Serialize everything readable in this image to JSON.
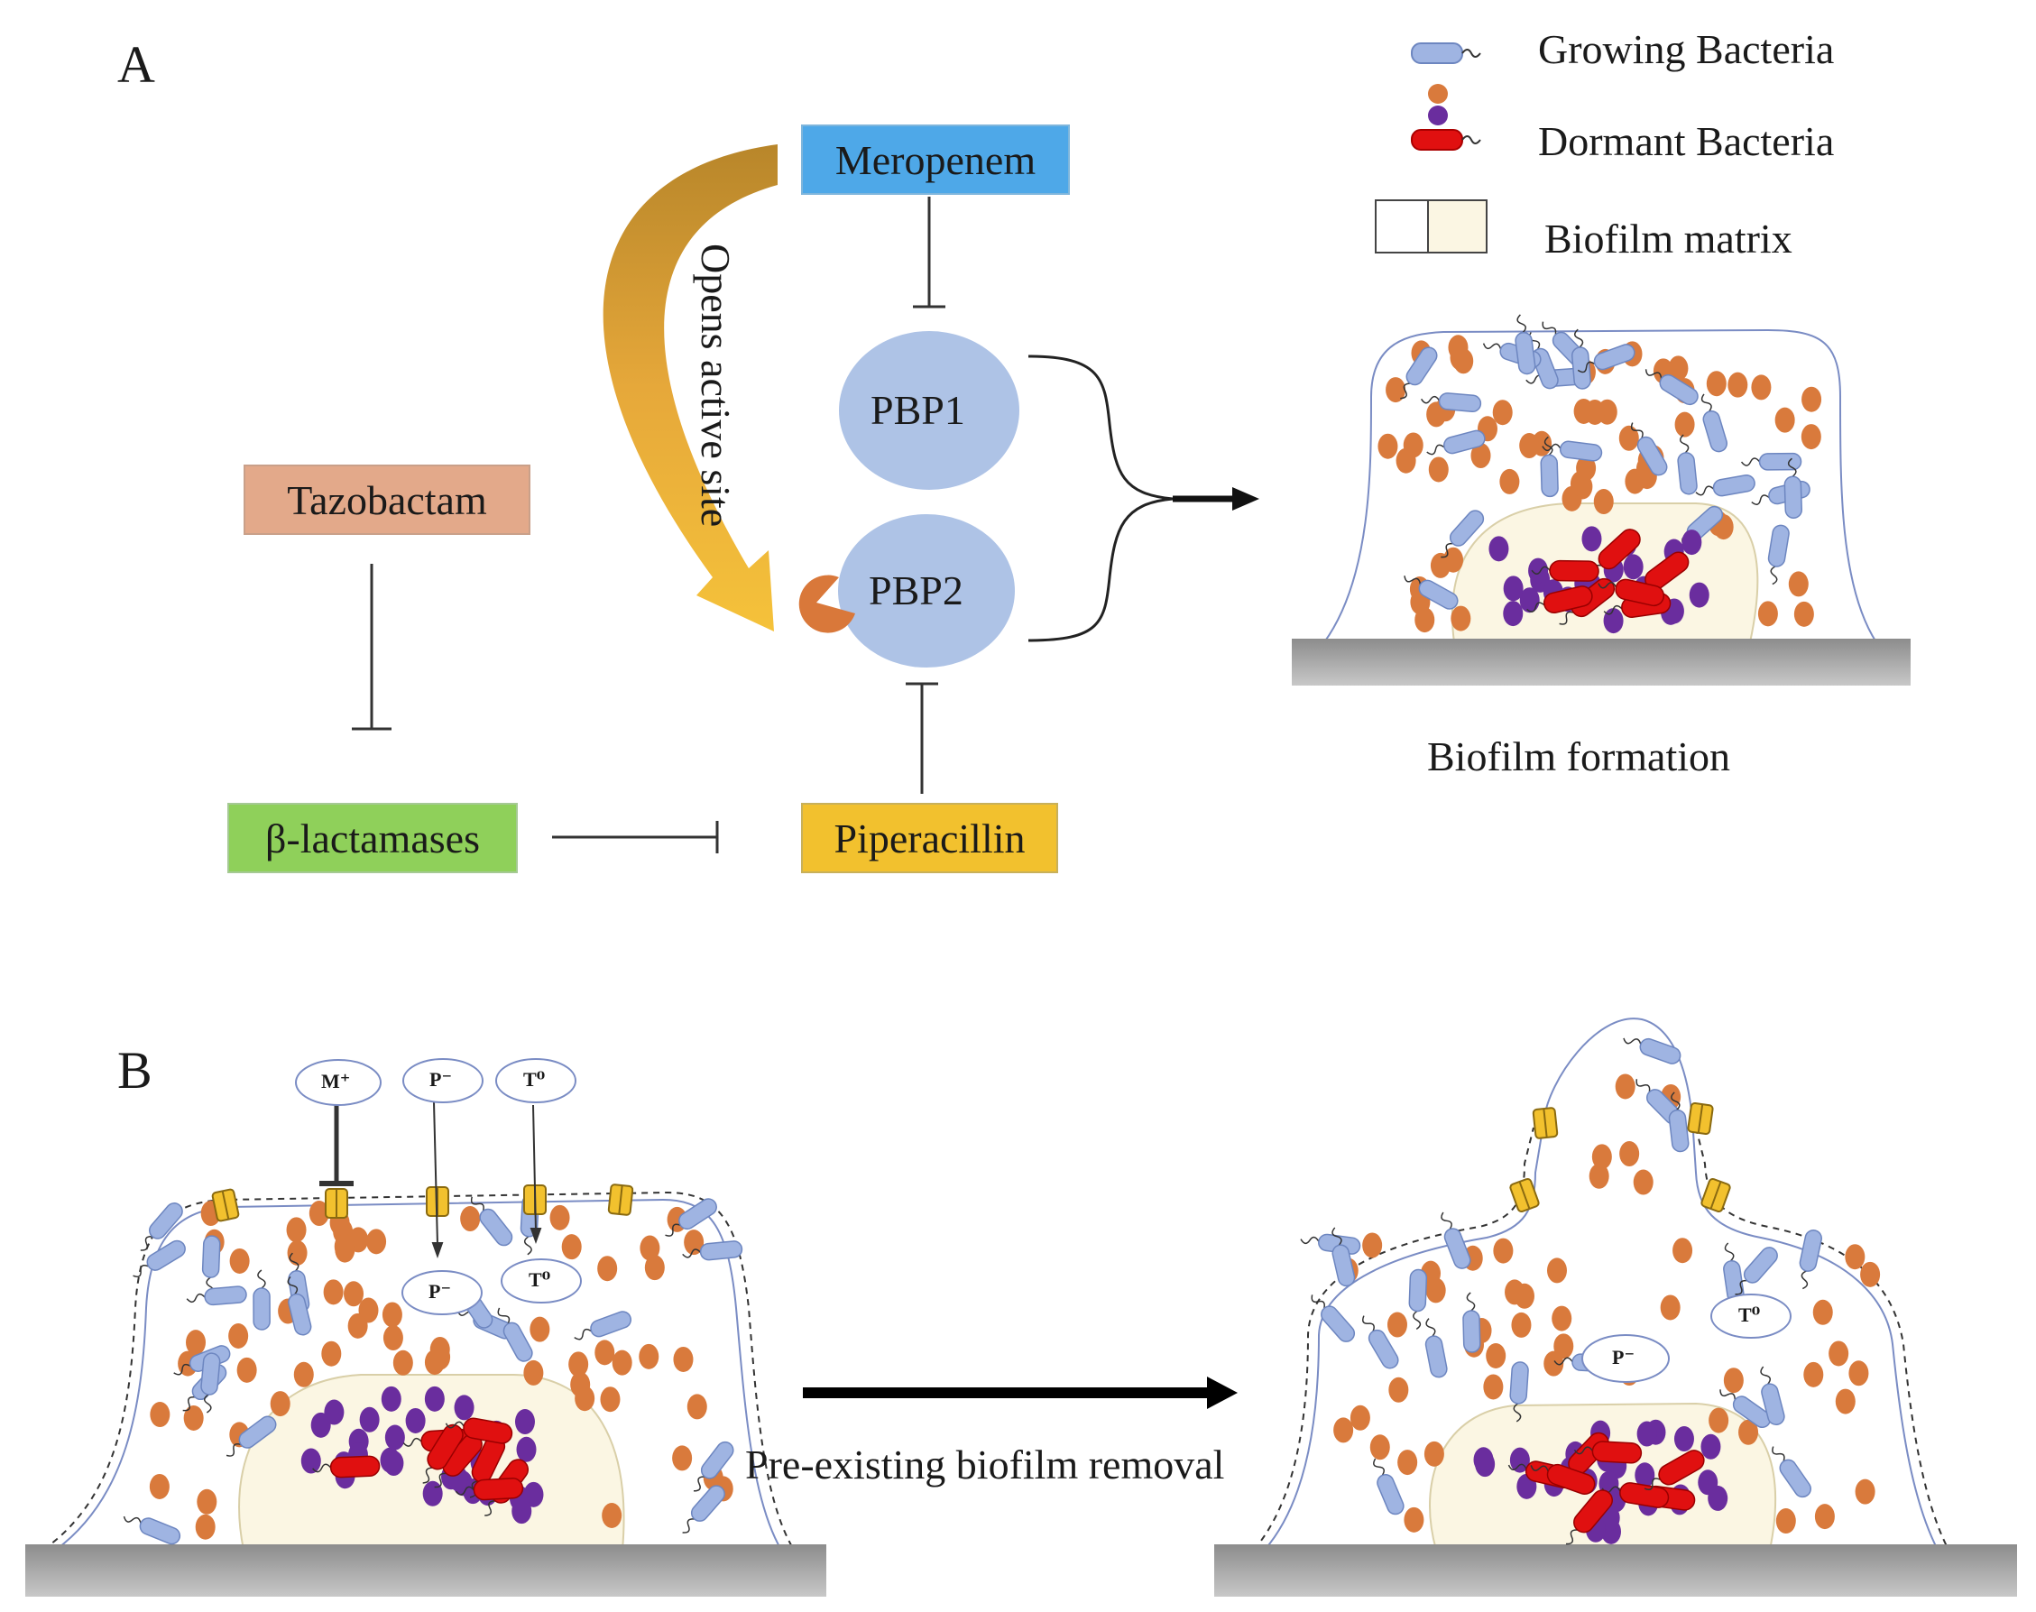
{
  "panels": {
    "a_label": "A",
    "b_label": "B"
  },
  "legend": {
    "growing": "Growing Bacteria",
    "dormant": "Dormant Bacteria",
    "matrix": "Biofilm matrix"
  },
  "drugs": {
    "meropenem": "Meropenem",
    "tazobactam": "Tazobactam",
    "beta_lactamases": "β-lactamases",
    "piperacillin": "Piperacillin"
  },
  "proteins": {
    "pbp1": "PBP1",
    "pbp2": "PBP2"
  },
  "annotations": {
    "opens_active_site": "Opens active site",
    "biofilm_formation": "Biofilm formation",
    "removal": "Pre-existing biofilm removal"
  },
  "ions": {
    "m_plus": "M⁺",
    "p_minus": "P⁻",
    "t_zero": "T⁰"
  },
  "colors": {
    "growing_rod": "#9fb4e2",
    "growing_coccus": "#d97a3c",
    "dormant_coccus": "#6a2d9e",
    "dormant_rod": "#e01010",
    "matrix_fill": "#fbf6e3",
    "meropenem": "#4ea8e8",
    "tazobactam": "#e3a98a",
    "beta_lactamases": "#8fd05a",
    "piperacillin": "#f2c12e",
    "pbp": "#aec3e6",
    "arrow_gold": "#e0a928",
    "pocket": "#d9783a",
    "channel": "#f2c12e",
    "surface": "#9a9a9a"
  }
}
